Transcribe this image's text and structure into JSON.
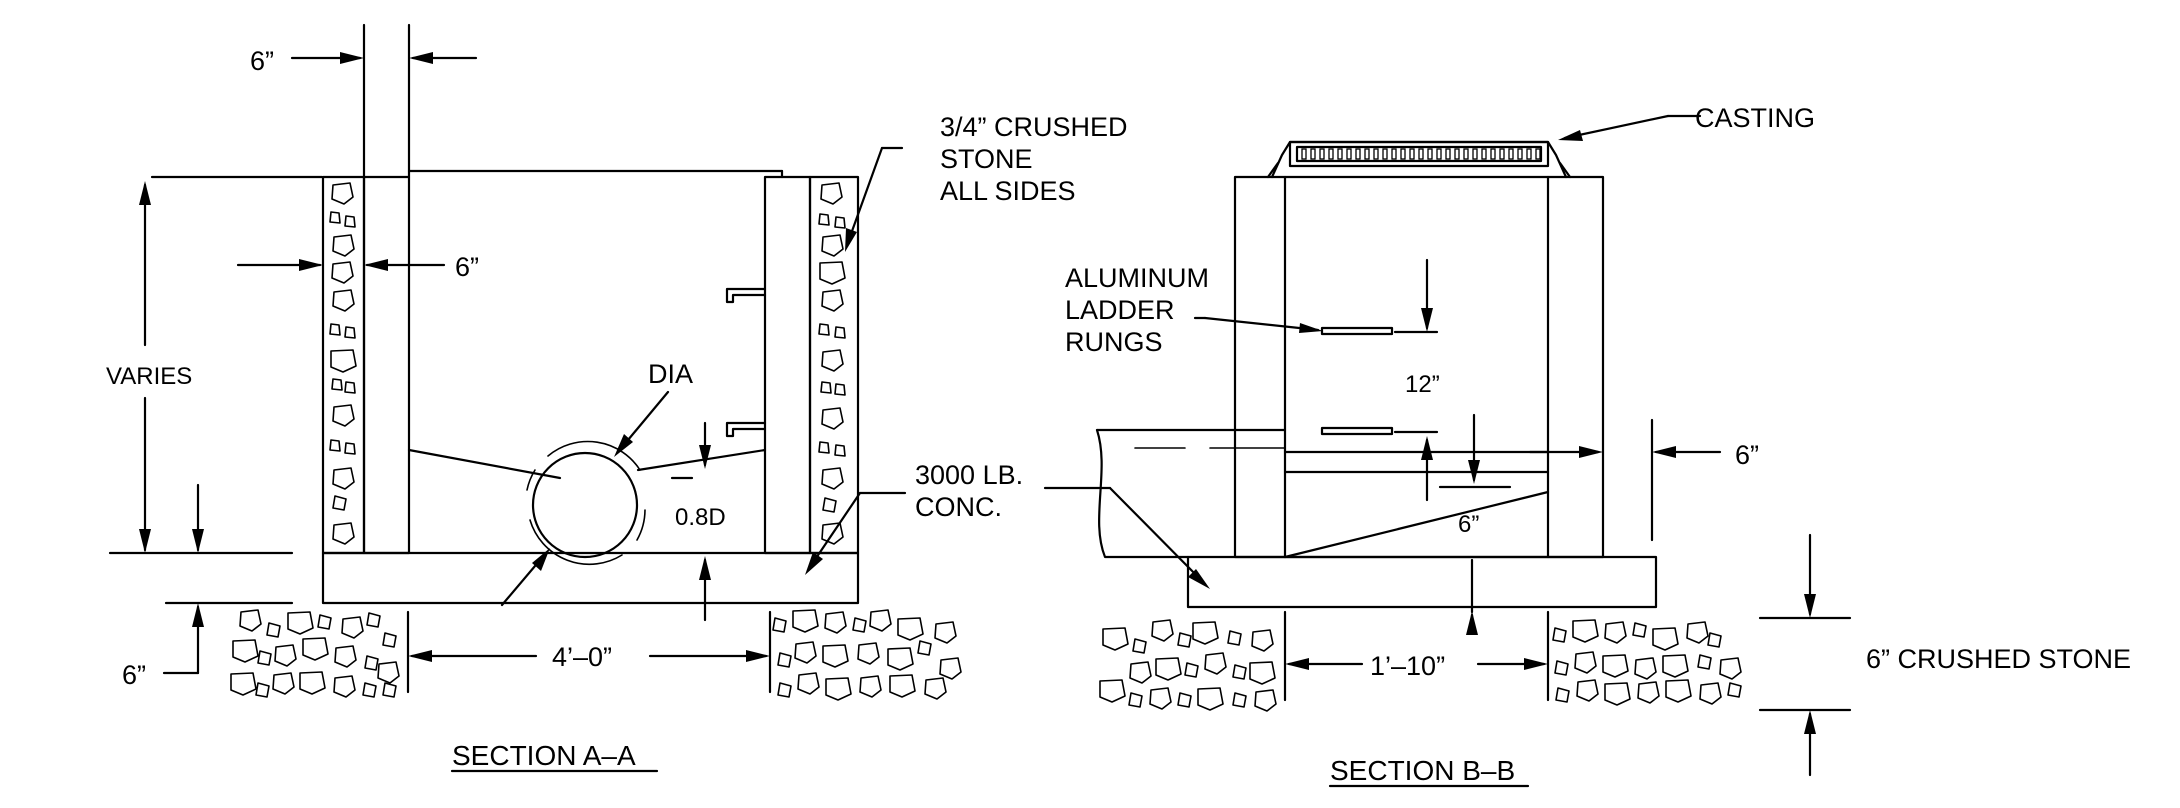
{
  "section_a": {
    "title": "SECTION A–A",
    "dim_top": "6”",
    "dim_wall": "6”",
    "dim_height": "VARIES",
    "dim_base": "6”",
    "dim_width": "4’–0”",
    "pipe_label": "DIA",
    "invert_label": "0.8D",
    "stone_label_1": "3/4” CRUSHED",
    "stone_label_2": "STONE",
    "stone_label_3": "ALL SIDES",
    "conc_label_1": "3000 LB.",
    "conc_label_2": "CONC."
  },
  "section_b": {
    "title": "SECTION B–B",
    "casting_label": "CASTING",
    "ladder_label_1": "ALUMINUM",
    "ladder_label_2": "LADDER",
    "ladder_label_3": "RUNGS",
    "dim_rung": "12”",
    "dim_sump": "6”",
    "dim_wall": "6”",
    "dim_width": "1’–10”",
    "stone_label": "6” CRUSHED STONE"
  }
}
